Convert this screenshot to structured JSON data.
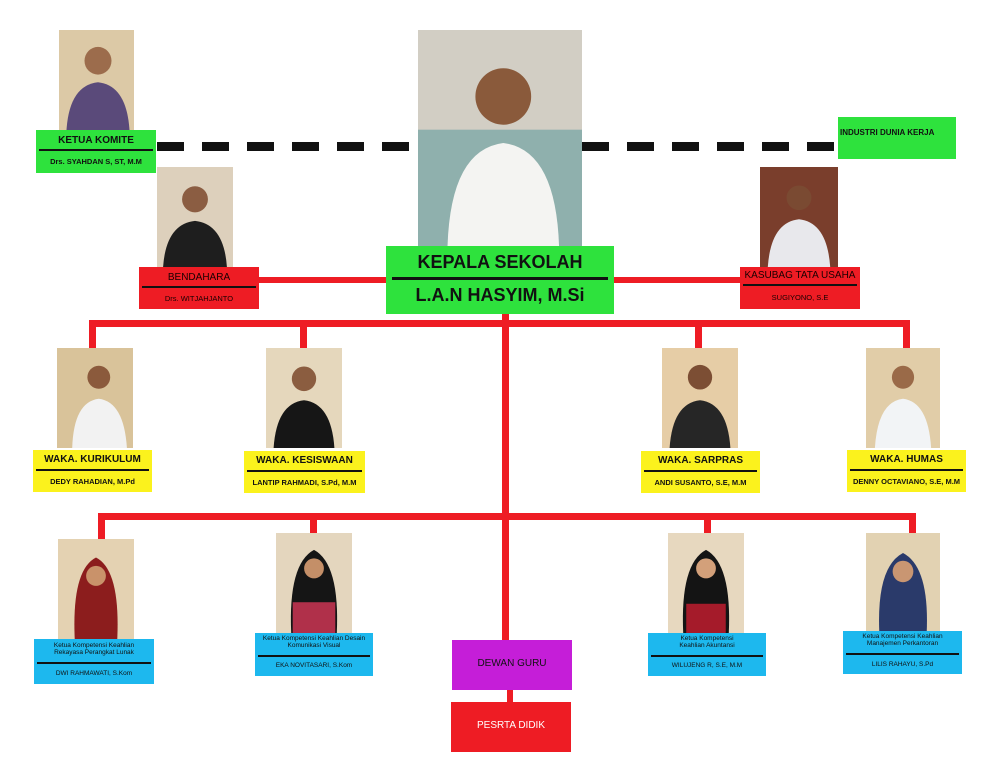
{
  "colors": {
    "line": "#ee1c24",
    "green": "#2ee23d",
    "yellow": "#fbf21d",
    "cyan": "#1db8ee",
    "magenta": "#c51ed8",
    "red": "#ee1c24"
  },
  "head": {
    "title": "KEPALA SEKOLAH",
    "name": "L.A.N HASYIM, M.Si"
  },
  "committee": {
    "title": "KETUA KOMITE",
    "name": "Drs. SYAHDAN S, ST, M.M"
  },
  "industry": {
    "title": "INDUSTRI DUNIA KERJA"
  },
  "treasurer": {
    "title": "BENDAHARA",
    "name": "Drs. WITJAHJANTO"
  },
  "admin": {
    "title": "KASUBAG TATA USAHA",
    "name": "SUGIYONO, S.E"
  },
  "vice": [
    {
      "title": "WAKA. KURIKULUM",
      "name": "DEDY RAHADIAN, M.Pd"
    },
    {
      "title": "WAKA. KESISWAAN",
      "name": "LANTIP RAHMADI, S.Pd, M.M"
    },
    {
      "title": "WAKA. SARPRAS",
      "name": "ANDI SUSANTO, S.E, M.M"
    },
    {
      "title": "WAKA. HUMAS",
      "name": "DENNY OCTAVIANO, S.E, M.M"
    }
  ],
  "program_heads": [
    {
      "title": "Ketua Kompetensi Keahlian Rekayasa Perangkat Lunak",
      "name": "DWI RAHMAWATI, S.Kom"
    },
    {
      "title": "Ketua Kompetensi Keahlian Desain Komunikasi Visual",
      "name": "EKA NOVITASARI, S.Kom"
    },
    {
      "title": "Ketua Kompetensi Keahlian Akuntansi",
      "name": "WILUJENG R, S.E, M.M"
    },
    {
      "title": "Ketua Kompetensi Keahlian Manajemen Perkantoran",
      "name": "LILIS RAHAYU, S.Pd"
    }
  ],
  "teachers": {
    "title": "DEWAN GURU"
  },
  "students": {
    "title": "PESRTA DIDIK"
  }
}
